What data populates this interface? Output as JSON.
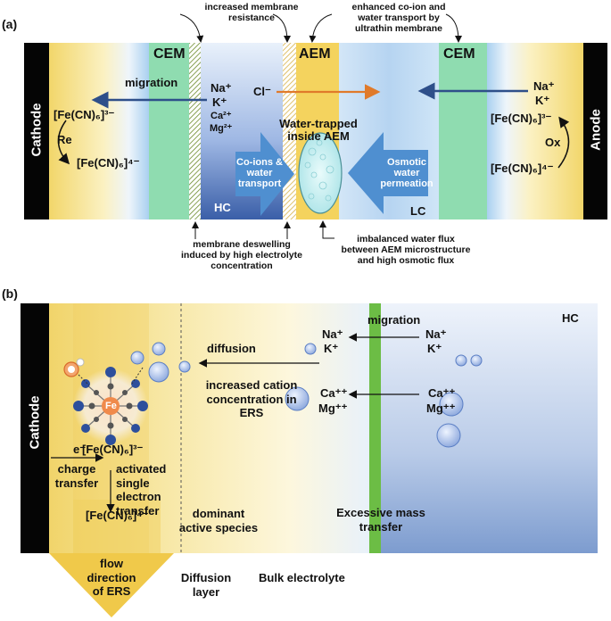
{
  "panel_a": {
    "label": "(a)",
    "cathode": "Cathode",
    "anode": "Anode",
    "cem_left": "CEM",
    "cem_right": "CEM",
    "aem": "AEM",
    "migration": "migration",
    "na": "Na⁺",
    "k": "K⁺",
    "ca": "Ca²⁺",
    "mg": "Mg²⁺",
    "cl": "Cl⁻",
    "na_right": "Na⁺",
    "k_right": "K⁺",
    "fe3_left": "[Fe(CN)₆]³⁻",
    "fe4_left": "[Fe(CN)₆]⁴⁻",
    "re": "Re",
    "fe3_right": "[Fe(CN)₆]³⁻",
    "fe4_right": "[Fe(CN)₆]⁴⁻",
    "ox": "Ox",
    "water_trapped": "Water-trapped inside AEM",
    "coions": "Co-ions & water transport",
    "osmotic": "Osmotic water permeation",
    "hc": "HC",
    "lc": "LC",
    "note_top_left": "increased membrane resistance",
    "note_top_right": "enhanced co-ion and water transport by ultrathin membrane",
    "note_bottom_left": "membrane deswelling induced by high electrolyte concentration",
    "note_bottom_right": "imbalanced water flux between AEM microstructure and high osmotic flux"
  },
  "panel_b": {
    "label": "(b)",
    "cathode": "Cathode",
    "hc": "HC",
    "migration": "migration",
    "diffusion": "diffusion",
    "na1": "Na⁺",
    "k1": "K⁺",
    "na2": "Na⁺",
    "k2": "K⁺",
    "ca1": "Ca⁺⁺",
    "mg1": "Mg⁺⁺",
    "ca2": "Ca⁺⁺",
    "mg2": "Mg⁺⁺",
    "increased_cation": "increased cation concentration in ERS",
    "fe_center": "Fe",
    "fe3": "[Fe(CN)₆]³⁻",
    "fe4": "[Fe(CN)₆]⁴⁻",
    "electron": "e⁻",
    "charge_transfer": "charge transfer",
    "activated": "activated single electron transfer",
    "dominant": "dominant active species",
    "excessive": "Excessive mass transfer",
    "flow_direction": "flow direction of ERS",
    "diffusion_layer": "Diffusion layer",
    "bulk": "Bulk electrolyte"
  }
}
